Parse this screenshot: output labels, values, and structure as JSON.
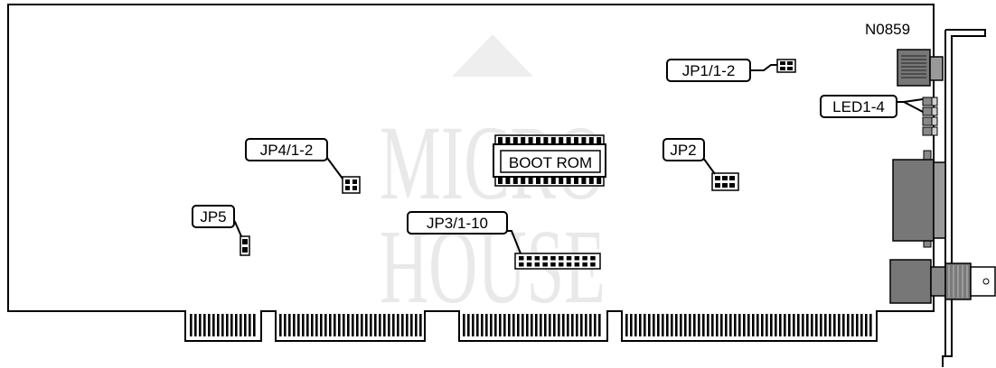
{
  "diagram": {
    "model_code": "N0859",
    "watermark": {
      "line1": "MICRO",
      "line2": "HOUSE"
    },
    "components": {
      "boot_rom": "BOOT ROM"
    },
    "labels": {
      "jp1": "JP1/1-2",
      "led": "LED1-4",
      "jp4": "JP4/1-2",
      "jp2": "JP2",
      "jp5": "JP5",
      "jp3": "JP3/1-10"
    }
  }
}
